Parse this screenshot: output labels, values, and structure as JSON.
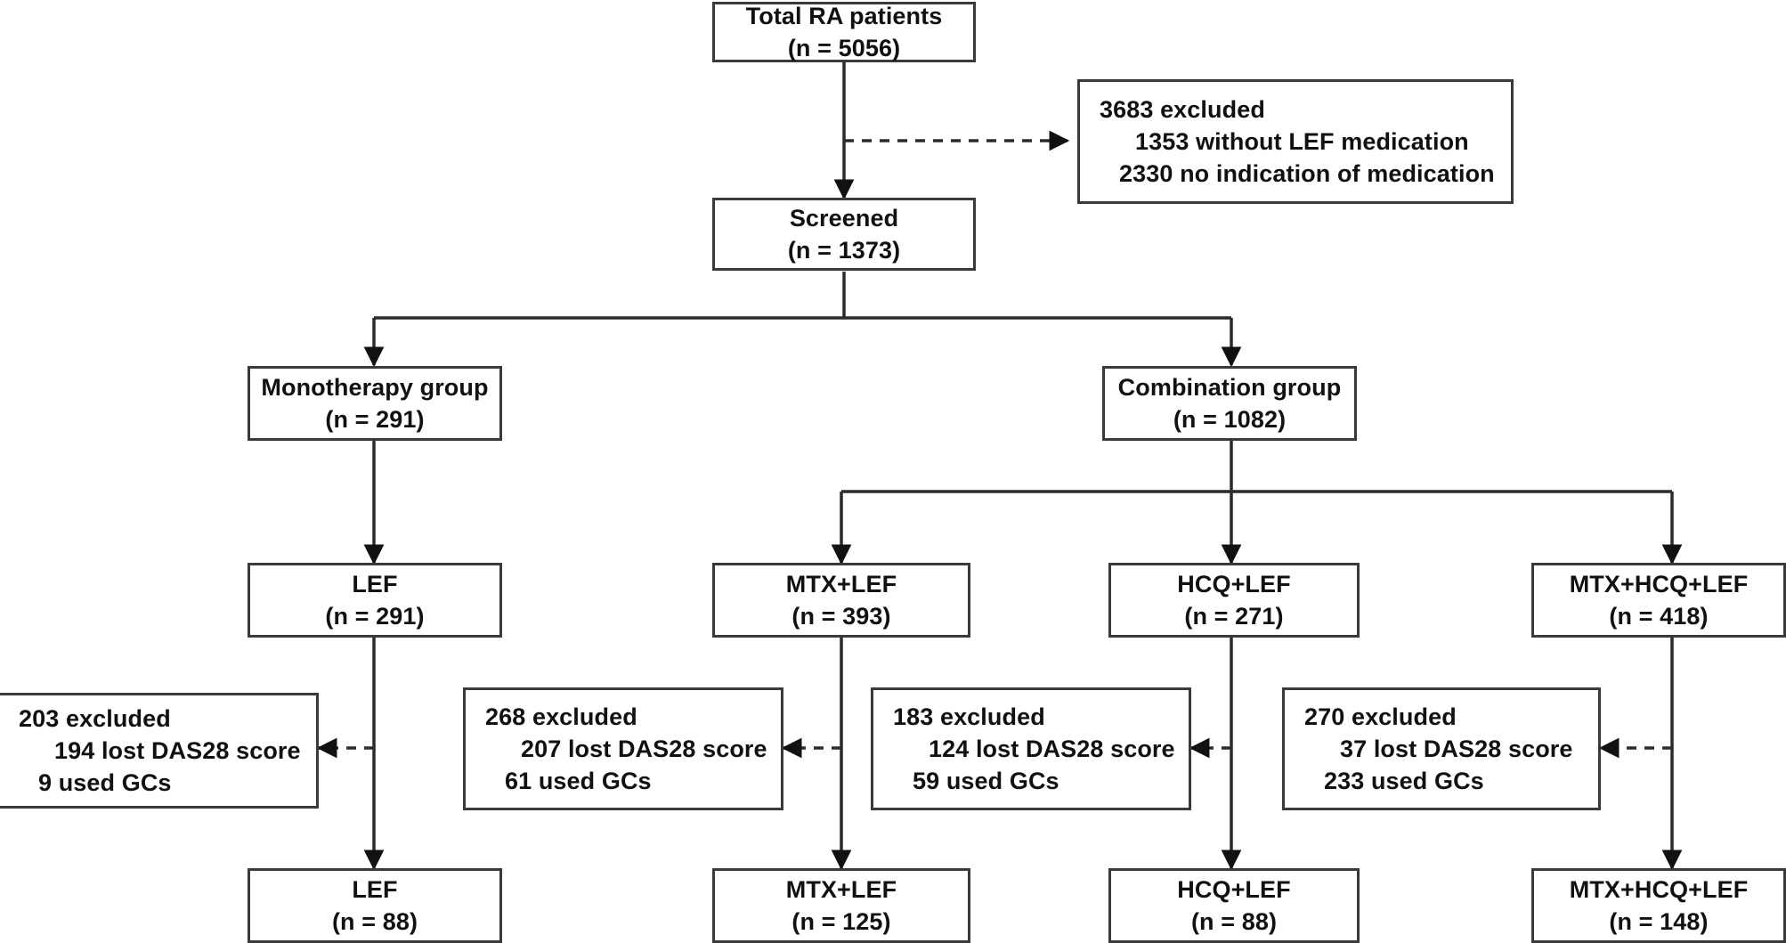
{
  "figure": {
    "type": "flow-diagram",
    "subject": "Patient selection flow diagram for rheumatoid arthritis leflunomide study",
    "accent_color": "#3a3a3a",
    "background_color": "#ffffff"
  },
  "nodes": {
    "total": {
      "line1": "Total RA patients",
      "line2": "(n = 5056)"
    },
    "excluded_screen": {
      "line1": "3683 excluded",
      "line2": "1353 without LEF medication",
      "line3": "2330 no indication of medication"
    },
    "screened": {
      "line1": "Screened",
      "line2": "(n = 1373)"
    },
    "mono_group": {
      "line1": "Monotherapy group",
      "line2": "(n = 291)"
    },
    "comb_group": {
      "line1": "Combination group",
      "line2": "(n = 1082)"
    },
    "lef": {
      "line1": "LEF",
      "line2": "(n = 291)"
    },
    "mtx_lef": {
      "line1": "MTX+LEF",
      "line2": "(n = 393)"
    },
    "hcq_lef": {
      "line1": "HCQ+LEF",
      "line2": "(n = 271)"
    },
    "mtx_hcq_lef": {
      "line1": "MTX+HCQ+LEF",
      "line2": "(n = 418)"
    },
    "excl_lef": {
      "line1": "203 excluded",
      "line2": "194 lost DAS28 score",
      "line3": "9 used GCs"
    },
    "excl_mtx_lef": {
      "line1": "268 excluded",
      "line2": "207 lost DAS28 score",
      "line3": "61 used GCs"
    },
    "excl_hcq_lef": {
      "line1": "183 excluded",
      "line2": "124 lost DAS28 score",
      "line3": "59 used GCs"
    },
    "excl_mtx_hcq_lef": {
      "line1": "270 excluded",
      "line2": "37 lost DAS28 score",
      "line3": "233 used GCs"
    },
    "final_lef": {
      "line1": "LEF",
      "line2": "(n = 88)"
    },
    "final_mtx_lef": {
      "line1": "MTX+LEF",
      "line2": "(n = 125)"
    },
    "final_hcq_lef": {
      "line1": "HCQ+LEF",
      "line2": "(n = 88)"
    },
    "final_mtx_hcq_lef": {
      "line1": "MTX+HCQ+LEF",
      "line2": "(n = 148)"
    }
  },
  "chart_data": {
    "type": "flowchart",
    "title": "",
    "levels": [
      {
        "label": "Total RA patients",
        "n": 5056
      },
      {
        "label": "Screened",
        "n": 1373
      },
      {
        "label": "Monotherapy group",
        "n": 291
      },
      {
        "label": "Combination group",
        "n": 1082
      },
      {
        "label": "LEF",
        "n": 291
      },
      {
        "label": "MTX+LEF",
        "n": 393
      },
      {
        "label": "HCQ+LEF",
        "n": 271
      },
      {
        "label": "MTX+HCQ+LEF",
        "n": 418
      },
      {
        "label": "LEF final",
        "n": 88
      },
      {
        "label": "MTX+LEF final",
        "n": 125
      },
      {
        "label": "HCQ+LEF final",
        "n": 88
      },
      {
        "label": "MTX+HCQ+LEF final",
        "n": 148
      }
    ],
    "exclusions": [
      {
        "stage": "screening",
        "total": 3683,
        "reasons": [
          {
            "n": 1353,
            "reason": "without LEF medication"
          },
          {
            "n": 2330,
            "reason": "no indication of medication"
          }
        ]
      },
      {
        "stage": "LEF",
        "total": 203,
        "reasons": [
          {
            "n": 194,
            "reason": "lost DAS28 score"
          },
          {
            "n": 9,
            "reason": "used GCs"
          }
        ]
      },
      {
        "stage": "MTX+LEF",
        "total": 268,
        "reasons": [
          {
            "n": 207,
            "reason": "lost DAS28 score"
          },
          {
            "n": 61,
            "reason": "used GCs"
          }
        ]
      },
      {
        "stage": "HCQ+LEF",
        "total": 183,
        "reasons": [
          {
            "n": 124,
            "reason": "lost DAS28 score"
          },
          {
            "n": 59,
            "reason": "used GCs"
          }
        ]
      },
      {
        "stage": "MTX+HCQ+LEF",
        "total": 270,
        "reasons": [
          {
            "n": 37,
            "reason": "lost DAS28 score"
          },
          {
            "n": 233,
            "reason": "used GCs"
          }
        ]
      }
    ]
  }
}
